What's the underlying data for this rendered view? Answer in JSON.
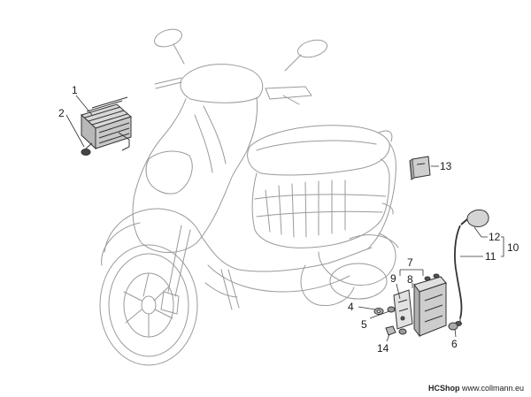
{
  "callouts": {
    "c1": "1",
    "c2": "2",
    "c4": "4",
    "c5": "5",
    "c6": "6",
    "c7": "7",
    "c8": "8",
    "c9": "9",
    "c10": "10",
    "c11": "11",
    "c12": "12",
    "c13": "13",
    "c14": "14"
  },
  "footer": {
    "brand": "HCShop",
    "url": "www.collmann.eu"
  }
}
